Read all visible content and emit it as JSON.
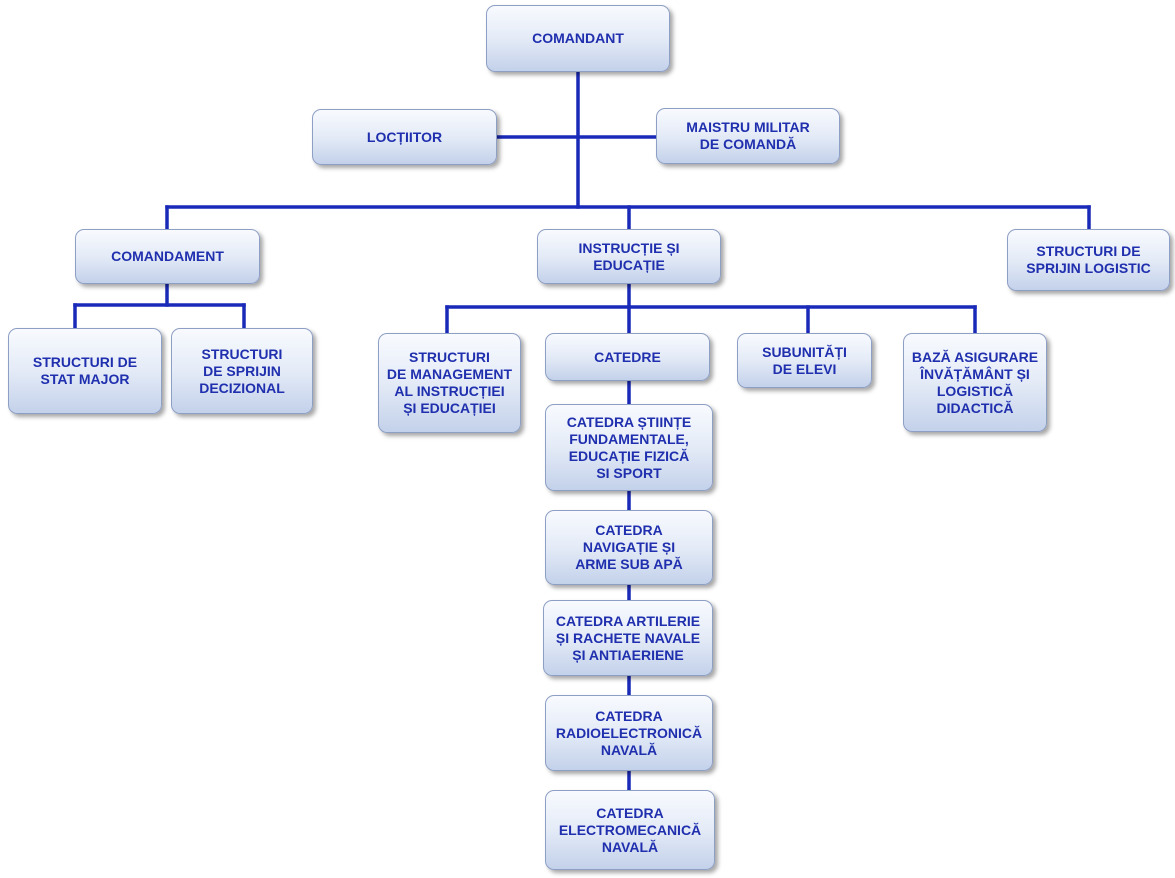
{
  "colors": {
    "line": "#1a2ab8",
    "text": "#1f2fae"
  },
  "nodes": {
    "comandant": "COMANDANT",
    "loctiitor": "LOCȚIITOR",
    "maistru": "MAISTRU MILITAR\nDE  COMANDĂ",
    "comandament": "COMANDAMENT",
    "instructie": "INSTRUCȚIE  ȘI\nEDUCAȚIE",
    "structuri_logistic": "STRUCTURI  DE\nSPRIJIN LOGISTIC",
    "stat_major": "STRUCTURI  DE\nSTAT MAJOR",
    "sprijin_decizional": "STRUCTURI\nDE SPRIJIN\nDECIZIONAL",
    "management": "STRUCTURI\nDE MANAGEMENT\nAL INSTRUCȚIEI\nȘI EDUCAȚIEI",
    "catedre": "CATEDRE",
    "subunitati": "SUBUNITĂȚI\nDE  ELEVI",
    "baza": "BAZĂ ASIGURARE\nÎNVĂȚĂMÂNT ȘI\nLOGISTICĂ\nDIDACTICĂ",
    "catedra_stiinte": "CATEDRA ȘTIINȚE\nFUNDAMENTALE,\nEDUCAȚIE FIZICĂ\nSI SPORT",
    "catedra_navigatie": "CATEDRA\nNAVIGAȚIE ȘI\nARME SUB APĂ",
    "catedra_artilerie": "CATEDRA ARTILERIE\nȘI RACHETE NAVALE\nȘI ANTIAERIENE",
    "catedra_radio": "CATEDRA\nRADIOELECTRONICĂ\nNAVALĂ",
    "catedra_electro": "CATEDRA\nELECTROMECANICĂ\nNAVALĂ"
  }
}
